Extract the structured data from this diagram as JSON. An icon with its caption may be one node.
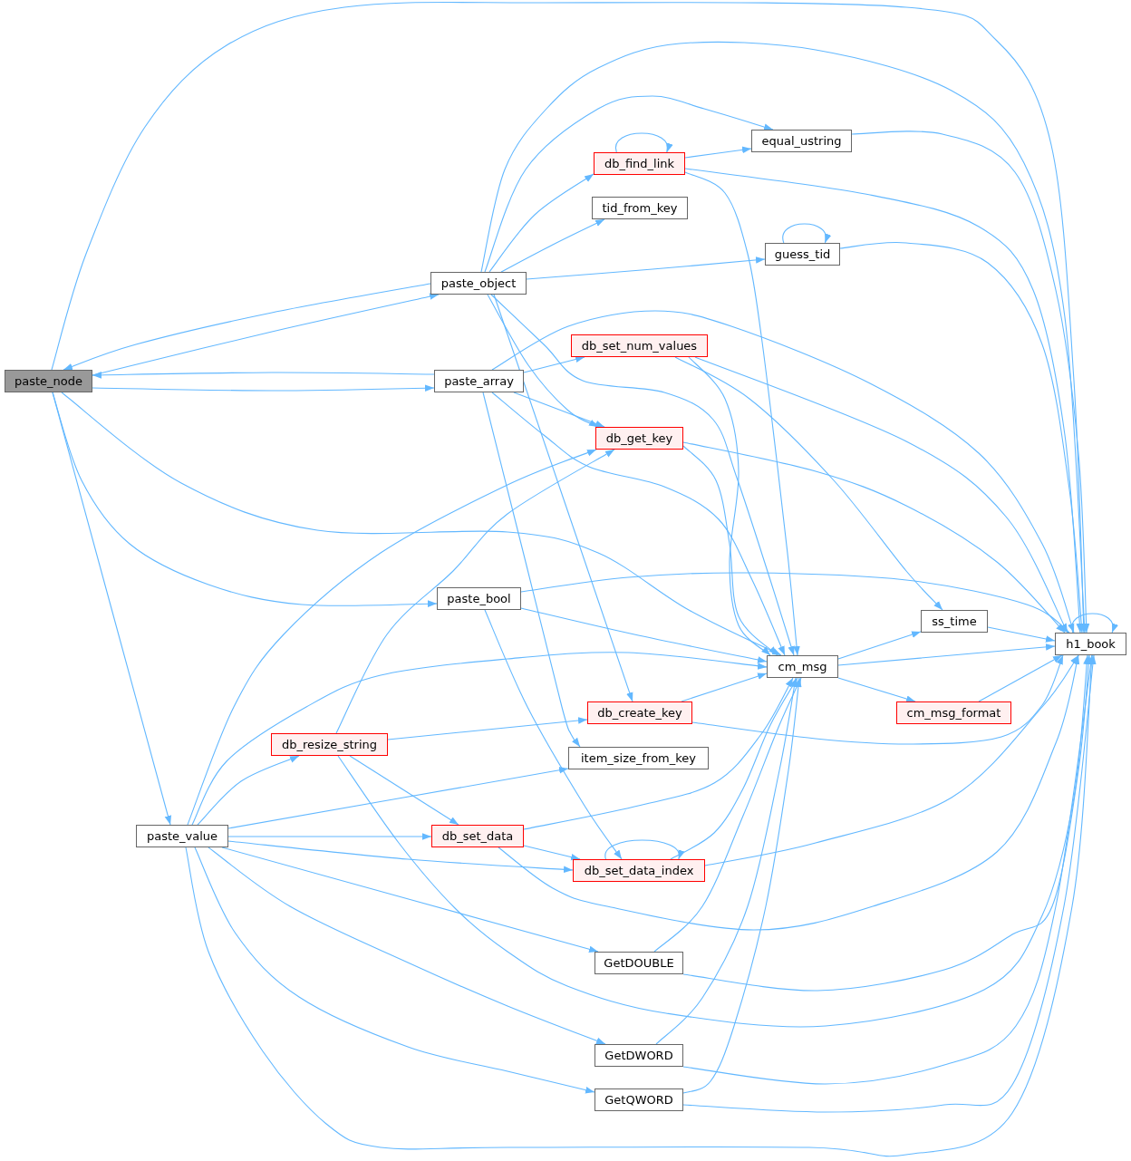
{
  "diagram": {
    "nodes": [
      {
        "text": [
          "paste_node"
        ]
      },
      {
        "text": [
          "paste_object"
        ]
      },
      {
        "text": [
          "paste_array"
        ]
      },
      {
        "text": [
          "paste_bool"
        ]
      },
      {
        "text": [
          "paste_value"
        ]
      },
      {
        "text": [
          "db_find_link"
        ]
      },
      {
        "text": [
          "equal_ustring"
        ]
      },
      {
        "text": [
          "tid_from_key"
        ]
      },
      {
        "text": [
          "guess_tid"
        ]
      },
      {
        "text": [
          "db_set_num_values"
        ]
      },
      {
        "text": [
          "db_get_key"
        ]
      },
      {
        "text": [
          "cm_msg"
        ]
      },
      {
        "text": [
          "ss_time"
        ]
      },
      {
        "text": [
          "h1_book"
        ]
      },
      {
        "text": [
          "cm_msg_format"
        ]
      },
      {
        "text": [
          "db_create_key"
        ]
      },
      {
        "text": [
          "item_size_from_key"
        ]
      },
      {
        "text": [
          "db_resize_string"
        ]
      },
      {
        "text": [
          "db_set_data"
        ]
      },
      {
        "text": [
          "db_set_data_index"
        ]
      },
      {
        "text": [
          "GetDOUBLE"
        ]
      },
      {
        "text": [
          "GetDWORD"
        ]
      },
      {
        "text": [
          "GetQWORD"
        ]
      }
    ],
    "edges": [
      {
        "from": 0,
        "to": 1,
        "arrow": "to"
      },
      {
        "from": 0,
        "to": 2,
        "arrow": "to"
      },
      {
        "from": 0,
        "to": 3,
        "arrow": "to"
      },
      {
        "from": 0,
        "to": 4,
        "arrow": "to"
      },
      {
        "from": 0,
        "to": 11,
        "arrow": "to"
      },
      {
        "from": 0,
        "to": 13,
        "arrow": "to"
      },
      {
        "from": 1,
        "to": 0,
        "arrow": "to"
      },
      {
        "from": 1,
        "to": 5,
        "arrow": "to"
      },
      {
        "from": 1,
        "to": 6,
        "arrow": "to"
      },
      {
        "from": 1,
        "to": 7,
        "arrow": "to"
      },
      {
        "from": 1,
        "to": 8,
        "arrow": "to"
      },
      {
        "from": 1,
        "to": 10,
        "arrow": "to"
      },
      {
        "from": 1,
        "to": 11,
        "arrow": "to"
      },
      {
        "from": 1,
        "to": 13,
        "arrow": "to"
      },
      {
        "from": 1,
        "to": 15,
        "arrow": "to"
      },
      {
        "from": 2,
        "to": 0,
        "arrow": "to"
      },
      {
        "from": 2,
        "to": 9,
        "arrow": "to"
      },
      {
        "from": 2,
        "to": 10,
        "arrow": "to"
      },
      {
        "from": 2,
        "to": 11,
        "arrow": "to"
      },
      {
        "from": 2,
        "to": 13,
        "arrow": "to"
      },
      {
        "from": 2,
        "to": 16,
        "arrow": "to"
      },
      {
        "from": 3,
        "to": 11,
        "arrow": "to"
      },
      {
        "from": 3,
        "to": 13,
        "arrow": "to"
      },
      {
        "from": 3,
        "to": 19,
        "arrow": "to"
      },
      {
        "from": 4,
        "to": 10,
        "arrow": "to"
      },
      {
        "from": 4,
        "to": 11,
        "arrow": "to"
      },
      {
        "from": 4,
        "to": 13,
        "arrow": "to"
      },
      {
        "from": 4,
        "to": 16,
        "arrow": "to"
      },
      {
        "from": 4,
        "to": 17,
        "arrow": "to"
      },
      {
        "from": 4,
        "to": 18,
        "arrow": "to"
      },
      {
        "from": 4,
        "to": 19,
        "arrow": "to"
      },
      {
        "from": 4,
        "to": 20,
        "arrow": "to"
      },
      {
        "from": 4,
        "to": 21,
        "arrow": "to"
      },
      {
        "from": 4,
        "to": 22,
        "arrow": "to"
      },
      {
        "from": 5,
        "to": 5,
        "arrow": "to"
      },
      {
        "from": 5,
        "to": 6,
        "arrow": "to"
      },
      {
        "from": 5,
        "to": 11,
        "arrow": "to"
      },
      {
        "from": 5,
        "to": 13,
        "arrow": "to"
      },
      {
        "from": 6,
        "to": 13,
        "arrow": "to"
      },
      {
        "from": 8,
        "to": 8,
        "arrow": "to"
      },
      {
        "from": 8,
        "to": 13,
        "arrow": "to"
      },
      {
        "from": 9,
        "to": 11,
        "arrow": "to"
      },
      {
        "from": 9,
        "to": 12,
        "arrow": "to"
      },
      {
        "from": 9,
        "to": 13,
        "arrow": "to"
      },
      {
        "from": 10,
        "to": 11,
        "arrow": "to"
      },
      {
        "from": 10,
        "to": 13,
        "arrow": "to"
      },
      {
        "from": 11,
        "to": 12,
        "arrow": "to"
      },
      {
        "from": 11,
        "to": 13,
        "arrow": "to"
      },
      {
        "from": 11,
        "to": 14,
        "arrow": "to"
      },
      {
        "from": 12,
        "to": 13,
        "arrow": "to"
      },
      {
        "from": 13,
        "to": 13,
        "arrow": "to"
      },
      {
        "from": 14,
        "to": 13,
        "arrow": "to"
      },
      {
        "from": 15,
        "to": 11,
        "arrow": "to"
      },
      {
        "from": 15,
        "to": 13,
        "arrow": "to"
      },
      {
        "from": 17,
        "to": 10,
        "arrow": "to"
      },
      {
        "from": 17,
        "to": 13,
        "arrow": "to"
      },
      {
        "from": 17,
        "to": 15,
        "arrow": "to"
      },
      {
        "from": 17,
        "to": 18,
        "arrow": "to"
      },
      {
        "from": 18,
        "to": 11,
        "arrow": "to"
      },
      {
        "from": 18,
        "to": 13,
        "arrow": "to"
      },
      {
        "from": 18,
        "to": 19,
        "arrow": "to"
      },
      {
        "from": 19,
        "to": 19,
        "arrow": "to"
      },
      {
        "from": 19,
        "to": 11,
        "arrow": "to"
      },
      {
        "from": 19,
        "to": 13,
        "arrow": "to"
      },
      {
        "from": 20,
        "to": 11,
        "arrow": "to"
      },
      {
        "from": 20,
        "to": 13,
        "arrow": "to"
      },
      {
        "from": 21,
        "to": 11,
        "arrow": "to"
      },
      {
        "from": 21,
        "to": 13,
        "arrow": "to"
      },
      {
        "from": 22,
        "to": 11,
        "arrow": "to"
      },
      {
        "from": 22,
        "to": 13,
        "arrow": "to"
      }
    ]
  }
}
